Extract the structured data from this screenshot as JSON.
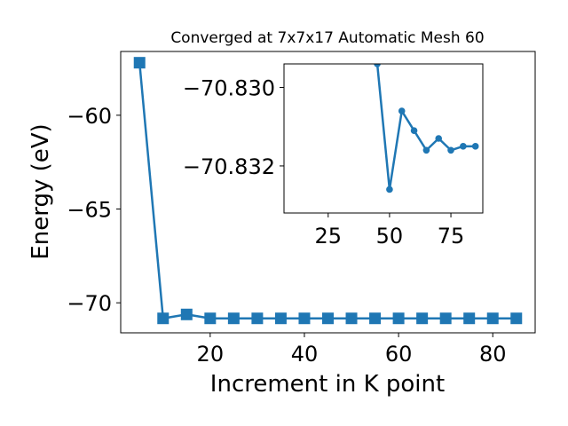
{
  "colors": {
    "series": "#1f77b4",
    "axes": "#000000",
    "background": "#ffffff"
  },
  "chart_data": [
    {
      "type": "line",
      "title": "Converged at 7x7x17 Automatic Mesh 60",
      "xlabel": "Increment in K point",
      "ylabel": "Energy (eV)",
      "xlim": [
        1.0,
        89.0
      ],
      "ylim": [
        -71.6,
        -56.6
      ],
      "xticks": [
        20,
        40,
        60,
        80
      ],
      "yticks": [
        -60,
        -65,
        -70
      ],
      "xtick_labels": [
        "20",
        "40",
        "60",
        "80"
      ],
      "ytick_labels": [
        "−60",
        "−65",
        "−70"
      ],
      "marker": "square",
      "grid": false,
      "legend": "none",
      "x": [
        5,
        10,
        15,
        20,
        25,
        30,
        35,
        40,
        45,
        50,
        55,
        60,
        65,
        70,
        75,
        80,
        85
      ],
      "y": [
        -57.2,
        -70.83,
        -70.62,
        -70.83,
        -70.83,
        -70.83,
        -70.83,
        -70.83,
        -70.83,
        -70.83,
        -70.83,
        -70.83,
        -70.83,
        -70.83,
        -70.83,
        -70.83,
        -70.83
      ]
    },
    {
      "type": "line",
      "title": "",
      "marker": "circle",
      "xlim": [
        7,
        88
      ],
      "ylim": [
        -70.8294,
        -70.8332
      ],
      "xticks": [
        25,
        50,
        75
      ],
      "yticks": [
        -70.832,
        -70.83
      ],
      "xtick_labels": [
        "25",
        "50",
        "75"
      ],
      "ytick_labels": [
        "−70.832",
        "−70.830"
      ],
      "x": [
        45,
        50,
        55,
        60,
        65,
        70,
        75,
        80,
        85
      ],
      "y": [
        -70.8294,
        -70.8326,
        -70.8306,
        -70.8311,
        -70.8316,
        -70.8313,
        -70.8316,
        -70.8315,
        -70.8315
      ]
    }
  ]
}
